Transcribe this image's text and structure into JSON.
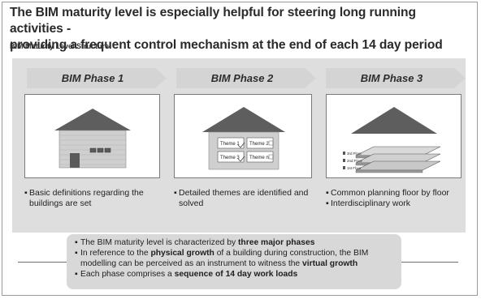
{
  "headline": {
    "line1": "The BIM maturity level is especially helpful for steering long running activities -",
    "line2": "providing a frequent control mechanism at the end of each 14 day period"
  },
  "subtitle": "BIM Maturity Level Structure",
  "phases": [
    {
      "title": "BIM Phase 1",
      "bullets": [
        "Basic definitions regarding the buildings are set"
      ]
    },
    {
      "title": "BIM Phase 2",
      "themes": [
        "Theme 1",
        "Theme 2",
        "Theme 3",
        "Theme n"
      ],
      "bullets": [
        "Detailed themes are identified and solved"
      ]
    },
    {
      "title": "BIM Phase 3",
      "floors": [
        "3rd Floor",
        "2nd Floor",
        "1st Floor"
      ],
      "bullets": [
        "Common planning floor by floor",
        "Interdisciplinary work"
      ]
    }
  ],
  "summary": [
    {
      "before": "The BIM maturity level is characterized by ",
      "bold": "three major phases",
      "after": ""
    },
    {
      "before": "In reference to the ",
      "bold": "physical growth",
      "after": " of a building during construction, the BIM modelling can be perceived as an instrument to witness the ",
      "bold2": "virtual growth"
    },
    {
      "before": "Each phase comprises a ",
      "bold": "sequence of 14 day work loads",
      "after": ""
    }
  ],
  "bullet_glyph": "▪",
  "colors": {
    "roof": "#5e5e5e",
    "wall": "#cfcfcf",
    "diagram_bg": "#dedede",
    "arrow_bg": "#d4d4d4",
    "summary_bg": "#d8d8d8"
  }
}
